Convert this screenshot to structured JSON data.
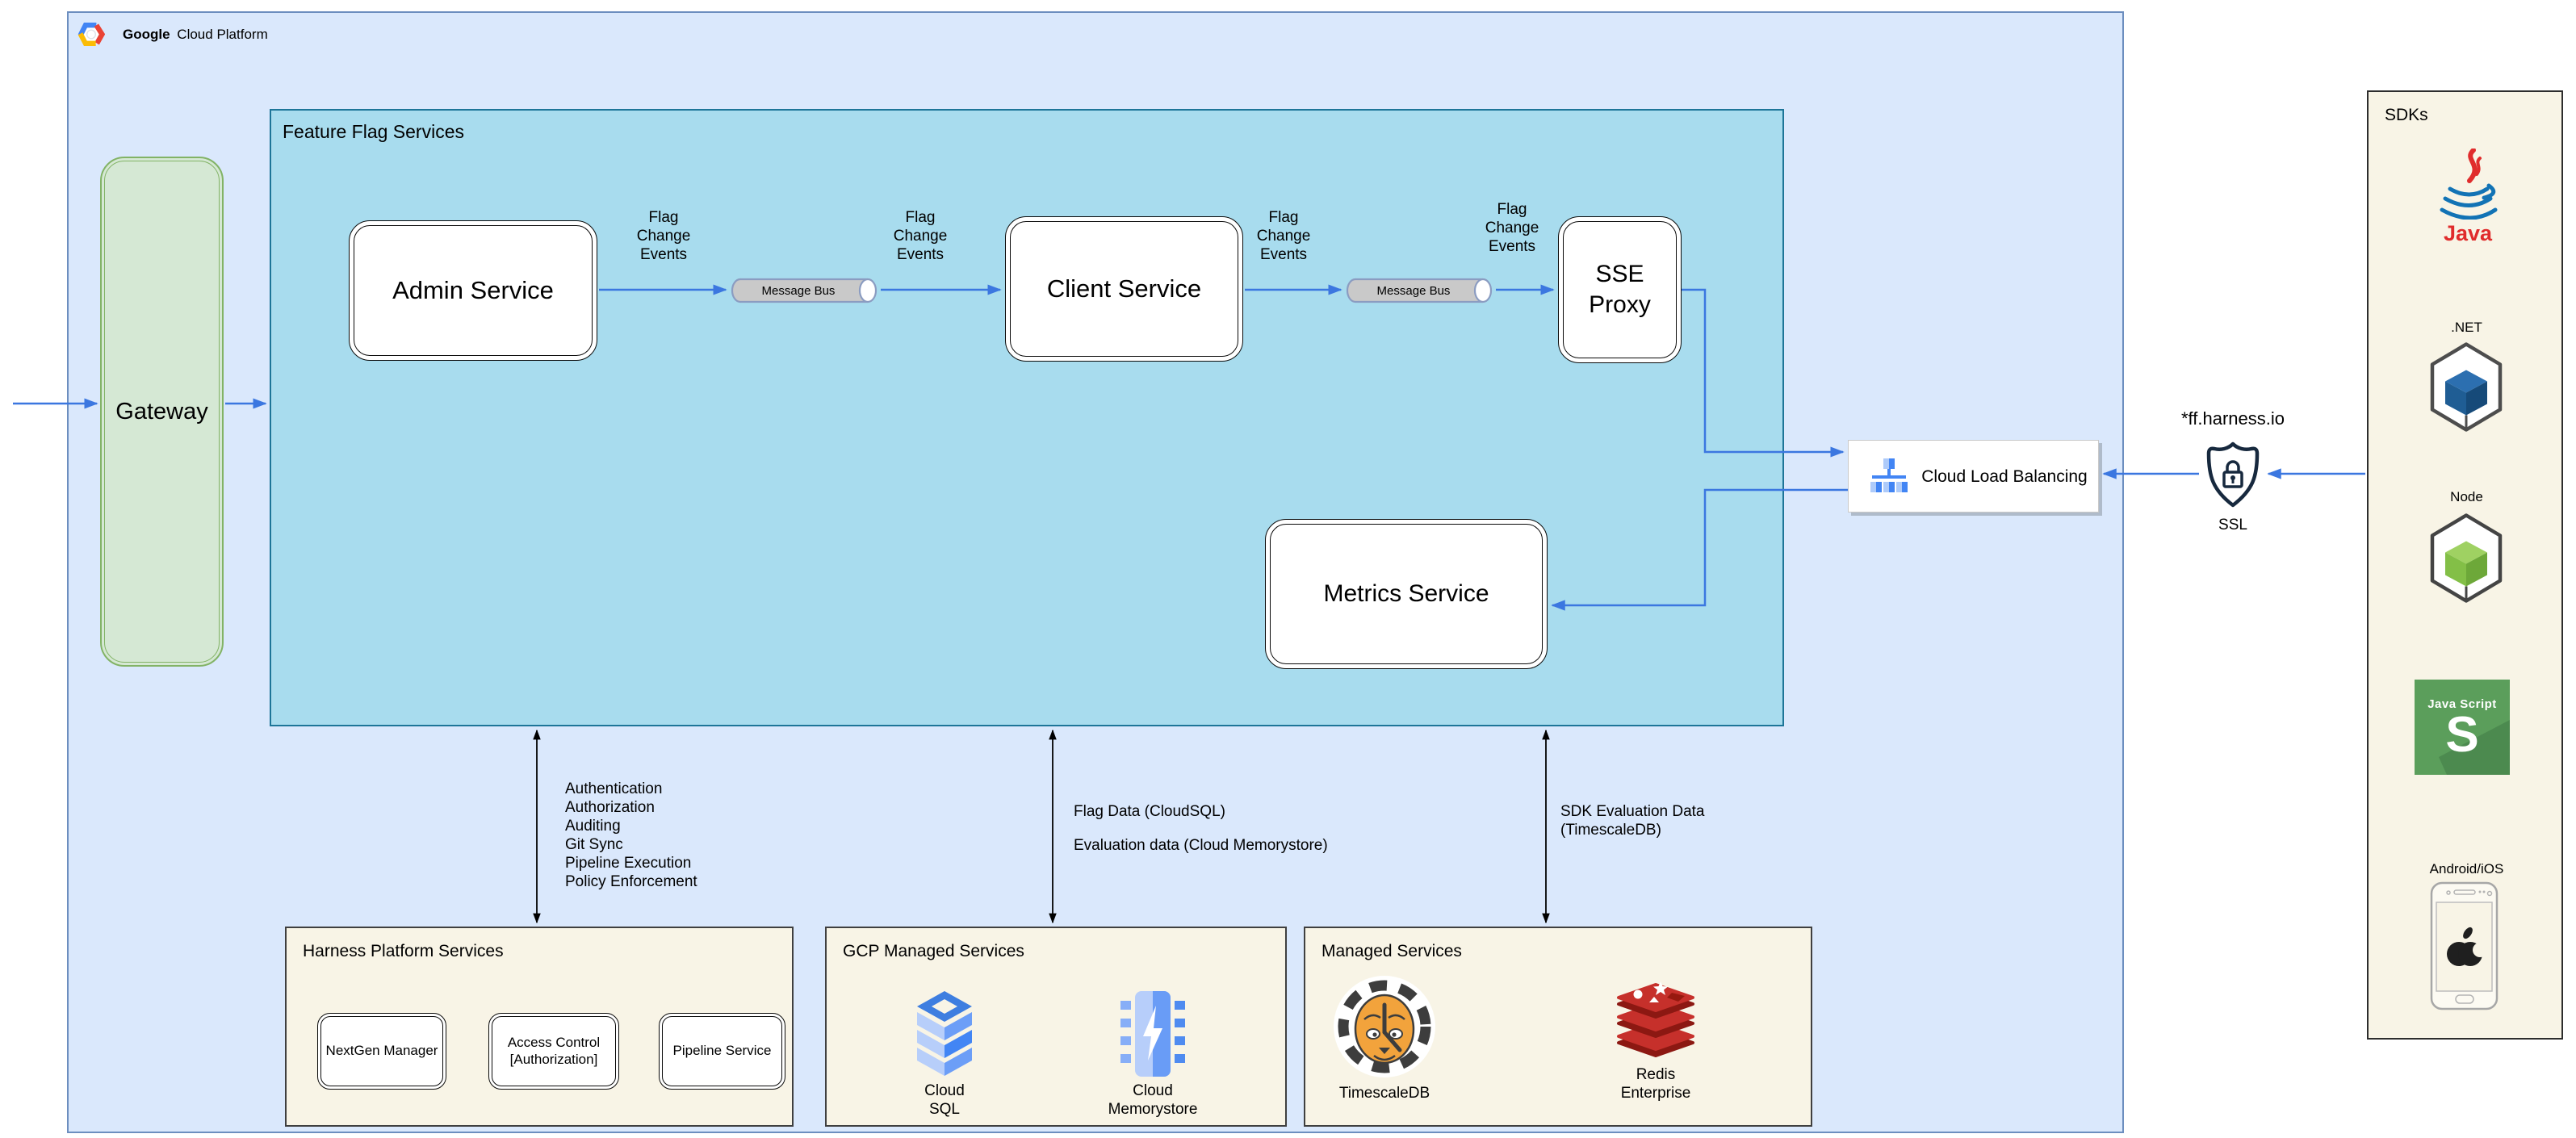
{
  "header": {
    "brand_bold": "Google",
    "brand_rest": "Cloud Platform",
    "logo_icon": "gcp-hexagon-logo"
  },
  "nodes": {
    "gateway": "Gateway",
    "ffs_title": "Feature Flag Services",
    "admin": "Admin Service",
    "client": "Client Service",
    "sse": "SSE\nProxy",
    "metrics": "Metrics Service",
    "message_bus": "Message Bus",
    "clb": "Cloud Load Balancing"
  },
  "labels": {
    "flag_change": "Flag\nChange\nEvents",
    "harness_capabilities": "Authentication\nAuthorization\nAuditing\nGit Sync\nPipeline Execution\nPolicy Enforcement",
    "flag_data": "Flag Data (CloudSQL)",
    "eval_data": "Evaluation data (Cloud Memorystore)",
    "sdk_eval": "SDK Evaluation Data\n(TimescaleDB)",
    "domain": "*ff.harness.io",
    "ssl": "SSL"
  },
  "harness_platform": {
    "title": "Harness Platform Services",
    "services": [
      "NextGen Manager",
      "Access Control\n[Authorization]",
      "Pipeline Service"
    ]
  },
  "gcp_managed": {
    "title": "GCP Managed Services",
    "items": [
      {
        "icon": "cloud-sql-icon",
        "label": "Cloud\nSQL"
      },
      {
        "icon": "cloud-memorystore-icon",
        "label": "Cloud\nMemorystore"
      }
    ]
  },
  "managed": {
    "title": "Managed Services",
    "items": [
      {
        "icon": "timescaledb-tiger-icon",
        "label": "TimescaleDB"
      },
      {
        "icon": "redis-icon",
        "label": "Redis\nEnterprise"
      }
    ]
  },
  "sdks": {
    "title": "SDKs",
    "java_caption": "Java",
    "dotnet": ".NET",
    "node": "Node",
    "js_title": "Java Script",
    "js_letter": "S",
    "mobile": "Android/iOS",
    "icons": [
      "java-icon",
      "dotnet-cube-icon",
      "node-cube-icon",
      "javascript-badge-icon",
      "mobile-phone-apple-icon"
    ]
  },
  "colors": {
    "gcp_fill": "#dae8fc",
    "gcp_stroke": "#6c8ebf",
    "ffs_fill": "#a8dcee",
    "ffs_stroke": "#1d7598",
    "gateway_fill": "#d5e8d4",
    "gateway_stroke": "#82b366",
    "cream_fill": "#f8f4e6",
    "cream_stroke": "#3f3f3f",
    "arrow_blue": "#3b77e0",
    "arrow_black": "#000000",
    "cylinder_fill": "#c9c9c9",
    "cylinder_stroke": "#8b9cc1",
    "google_blue": "#4285f4",
    "google_red": "#ea4335",
    "google_yellow": "#fbbc05",
    "redis_red": "#c6302b",
    "tiger_orange": "#f2a33c",
    "node_green": "#8cc84b",
    "js_green": "#5b9e5b",
    "shield_navy": "#17293e"
  }
}
